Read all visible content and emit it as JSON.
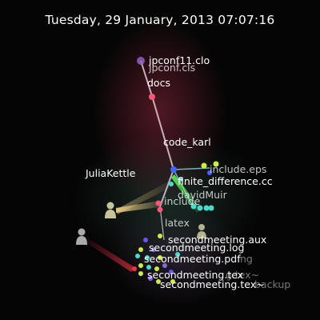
{
  "header": {
    "timestamp": "Tuesday, 29 January, 2013 07:07:16"
  },
  "users": {
    "julia": "JuliaKettle",
    "david": "davidMuir"
  },
  "labels": {
    "jpconf_clo": "jpconf11.clo",
    "jpconf_cls": "jpconf.cls",
    "docs": "docs",
    "code_karl": "code_karl",
    "include_eps": "include.eps",
    "finite_difference": "finite_difference.cc",
    "include": "include",
    "latex": "latex",
    "secondmeeting_aux": "secondmeeting.aux",
    "secondmeeting_log": "secondmeeting.log",
    "secondmeeting_pdf": "secondmeeting.pdf",
    "ghost_long": "ng",
    "secondmeeting_tex": "secondmeeting.tex",
    "ghost_tex": "g.tex~",
    "secondmeeting_tex_tilde": "secondmeeting.tex~",
    "ghost_backup": "backup"
  },
  "colors": {
    "background": "#000000",
    "edge": "#e6c8d8",
    "node_pink": "#ff5577",
    "node_blue": "#4466ff",
    "node_cyan": "#44ddcc",
    "node_yellow": "#ccee44",
    "node_purple": "#8866dd",
    "user_active": "#c8c49a",
    "user_idle": "#aaaaaa"
  }
}
